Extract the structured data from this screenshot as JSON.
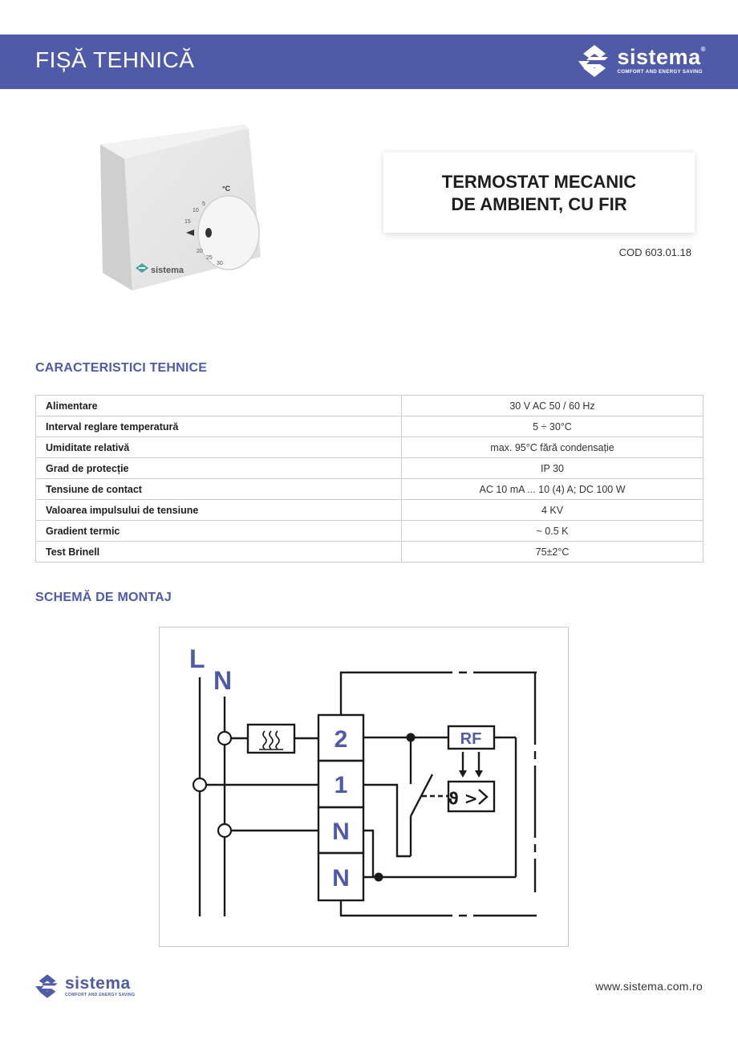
{
  "header": {
    "title": "FIȘĂ TEHNICĂ"
  },
  "brand": {
    "name": "sistema",
    "tagline": "COMFORT AND ENERGY SAVING",
    "registered": "®",
    "primary_color": "#4f5aa8"
  },
  "product": {
    "title_line1": "TERMOSTAT MECANIC",
    "title_line2": "DE AMBIENT, CU FIR",
    "code": "COD 603.01.18",
    "dial": {
      "unit": "°C",
      "marks": [
        "5",
        "10",
        "15",
        "20",
        "25",
        "30"
      ]
    }
  },
  "specs_section": {
    "title": "CARACTERISTICI TEHNICE",
    "rows": [
      {
        "label": "Alimentare",
        "value": "30 V AC 50 / 60 Hz"
      },
      {
        "label": "Interval reglare temperatură",
        "value": "5 ÷ 30°C"
      },
      {
        "label": "Umiditate relativă",
        "value": "max. 95°C fără condensație"
      },
      {
        "label": "Grad de protecție",
        "value": "IP 30"
      },
      {
        "label": "Tensiune de contact",
        "value": "AC 10 mA ... 10 (4) A; DC 100 W"
      },
      {
        "label": "Valoarea impulsului de tensiune",
        "value": "4 KV"
      },
      {
        "label": "Gradient termic",
        "value": "~ 0.5 K"
      },
      {
        "label": "Test Brinell",
        "value": "75±2°C"
      }
    ]
  },
  "diagram_section": {
    "title": "SCHEMĂ DE MONTAJ",
    "labels": {
      "line": "L",
      "neutral": "N",
      "rf": "RF",
      "sensor": "ϑ >"
    },
    "terminals": [
      "2",
      "1",
      "N",
      "N"
    ]
  },
  "footer": {
    "url": "www.sistema.com.ro"
  }
}
